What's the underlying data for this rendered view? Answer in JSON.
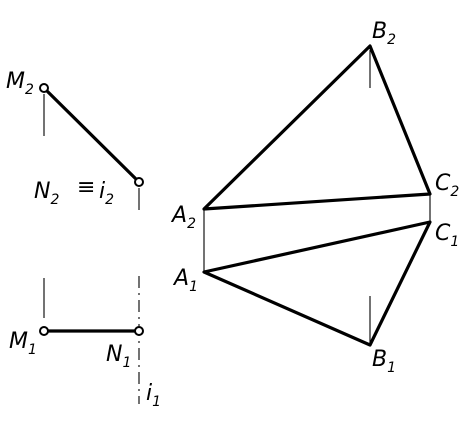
{
  "labels": {
    "M2": {
      "main": "M",
      "sub": "2"
    },
    "N2": {
      "main": "N",
      "sub": "2"
    },
    "equiv": "≡",
    "i2": {
      "main": "i",
      "sub": "2"
    },
    "M1": {
      "main": "M",
      "sub": "1"
    },
    "N1": {
      "main": "N",
      "sub": "1"
    },
    "i1": {
      "main": "i",
      "sub": "1"
    },
    "A2": {
      "main": "A",
      "sub": "2"
    },
    "A1": {
      "main": "A",
      "sub": "1"
    },
    "B2": {
      "main": "B",
      "sub": "2"
    },
    "B1": {
      "main": "B",
      "sub": "1"
    },
    "C2": {
      "main": "C",
      "sub": "2"
    },
    "C1": {
      "main": "C",
      "sub": "1"
    }
  }
}
